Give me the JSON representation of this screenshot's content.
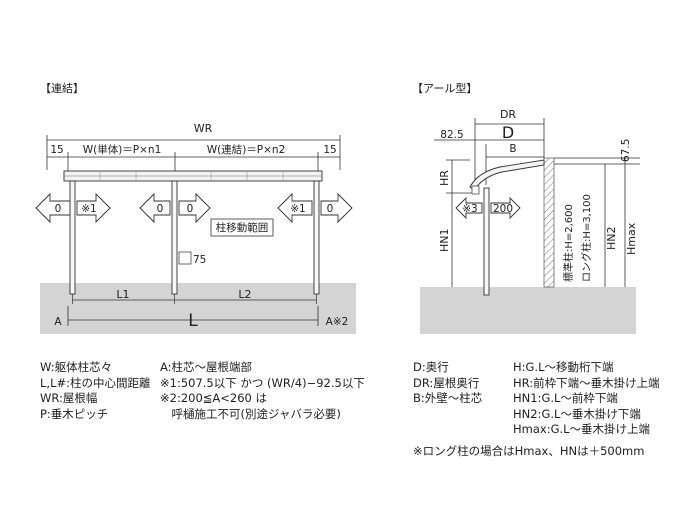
{
  "left": {
    "heading": "【連結】",
    "wr": "WR",
    "w_single": "W(単体)＝P×n1",
    "w_joined": "W(連結)＝P×n2",
    "overhang_left": "15",
    "overhang_right": "15",
    "zero": "0",
    "note1": "※1",
    "post_range": "柱移動範囲",
    "height_75": "75",
    "l1": "L1",
    "l2": "L2",
    "l": "L",
    "a_left": "A",
    "a_right": "A※2"
  },
  "right": {
    "heading": "【アール型】",
    "dr": "DR",
    "d": "D",
    "b": "B",
    "v825": "82.5",
    "v675": "67.5",
    "hr": "HR",
    "hn1": "HN1",
    "hn2": "HN2",
    "hmax": "Hmax",
    "note3": "※3",
    "v200": "200",
    "std_post": "標準柱:H=2,600",
    "long_post": "ロング柱:H=3,100"
  },
  "legend_left_a": [
    "W:躯体柱芯々",
    "L,L#:柱の中心間距離",
    "WR:屋根幅",
    "P:垂木ピッチ"
  ],
  "legend_left_b": [
    "A:柱芯～屋根端部",
    "※1:507.5以下 かつ (WR/4)−92.5以下",
    "※2:200≦A<260 は",
    "　呼樋施工不可(別途ジャバラ必要)"
  ],
  "legend_right_a": [
    "D:奥行",
    "DR:屋根奥行",
    "B:外壁～柱芯"
  ],
  "legend_right_b": [
    "H:G.L～移動桁下端",
    "HR:前枠下端～垂木掛け上端",
    "HN1:G.L～前枠下端",
    "HN2:G.L～垂木掛け下端",
    "Hmax:G.L～垂木掛け上端"
  ],
  "footnote": "※ロング柱の場合はHmax、HNは＋500mm"
}
